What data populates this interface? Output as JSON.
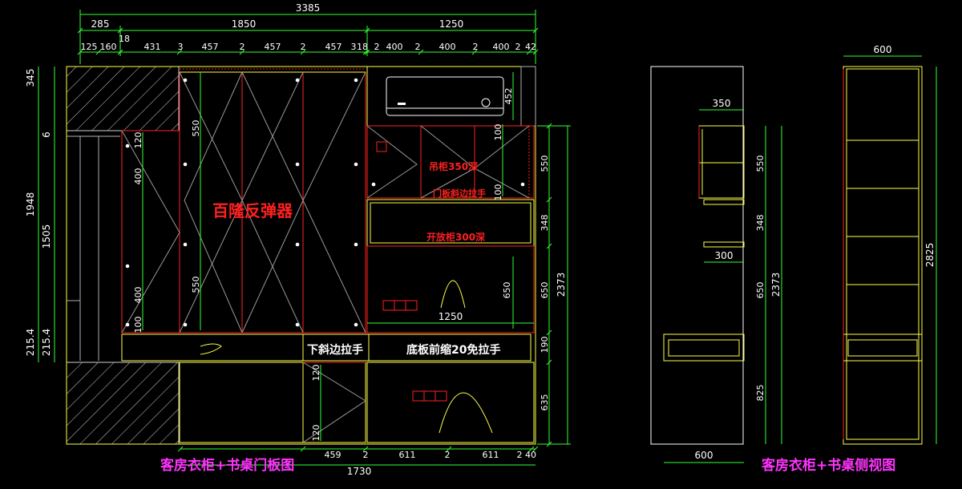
{
  "front_view": {
    "title": "客房衣柜+书桌门板图",
    "label_rebounder": "百隆反弹器",
    "label_wall_cabinet": "吊柜350深",
    "label_door_handle": "门板斜边拉手",
    "label_open_cabinet": "开放柜300深",
    "label_lower_handle": "下斜边拉手",
    "label_base_handle": "底板前缩20免拉手",
    "dim_overall": "3385",
    "dims_level2": [
      "285",
      "1850",
      "1250"
    ],
    "dims_level3": [
      "125",
      "160",
      "431",
      "3",
      "457",
      "2",
      "457",
      "2",
      "457",
      "3",
      "18",
      "2",
      "400",
      "2",
      "400",
      "2",
      "400",
      "2",
      "42"
    ],
    "dim_18": "18",
    "dims_bottom": [
      "459",
      "2",
      "611",
      "2",
      "611",
      "2",
      "40"
    ],
    "dim_bottom_total": "1730",
    "dim_desk_width": "1250",
    "dims_left_outer": [
      "345",
      "1948",
      "215.4"
    ],
    "dims_left_inner": [
      "6",
      "1505",
      "215.4"
    ],
    "dims_panel": [
      "120",
      "400",
      "550",
      "550",
      "400",
      "100"
    ],
    "dims_lower": [
      "120",
      "120"
    ],
    "dims_upper_right": [
      "452",
      "100",
      "100"
    ],
    "dims_right_chain": [
      "550",
      "348",
      "650",
      "190",
      "635"
    ],
    "dim_right_total": "2373",
    "dim_right_inner_650": "650"
  },
  "side_view": {
    "title": "客房衣柜+书桌侧视图",
    "dim_top_depth": "350",
    "dim_open_depth": "300",
    "dim_bottom": "600",
    "dims_chain": [
      "550",
      "348",
      "650",
      "825"
    ],
    "dim_total": "2373"
  },
  "wardrobe_side": {
    "dim_top": "600",
    "dim_height": "2825"
  },
  "colors": {
    "background": "#000000",
    "red": "#ff2020",
    "green": "#33ff33",
    "yellow": "#ffff44",
    "white": "#ffffff",
    "magenta": "#ff33ff",
    "grey": "#b0b0b0"
  }
}
